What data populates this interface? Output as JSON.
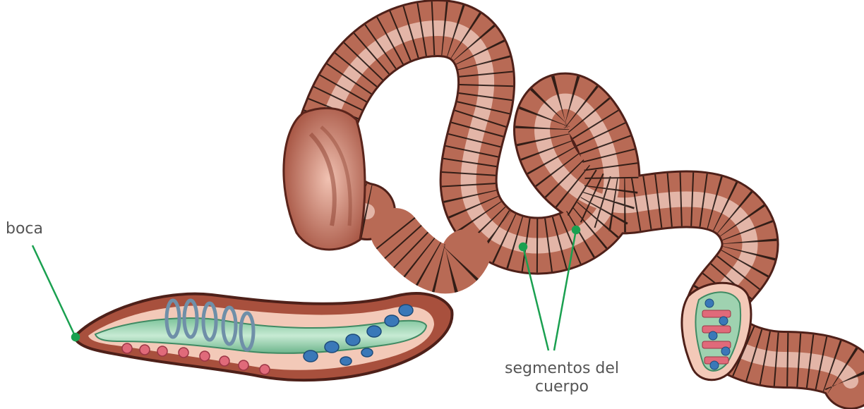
{
  "labels": {
    "mouth": "boca",
    "segments_line1": "segmentos del",
    "segments_line2": "cuerpo"
  },
  "colors": {
    "skin": "#b86a55",
    "skin_dark": "#6e2f22",
    "skin_light": "#f2cfc3",
    "segment_line": "#1a0f0c",
    "gut": "#9fd2b0",
    "nerve_blue": "#3a78b8",
    "pink_organ": "#e06a7a",
    "leader_line": "#1aa050"
  }
}
